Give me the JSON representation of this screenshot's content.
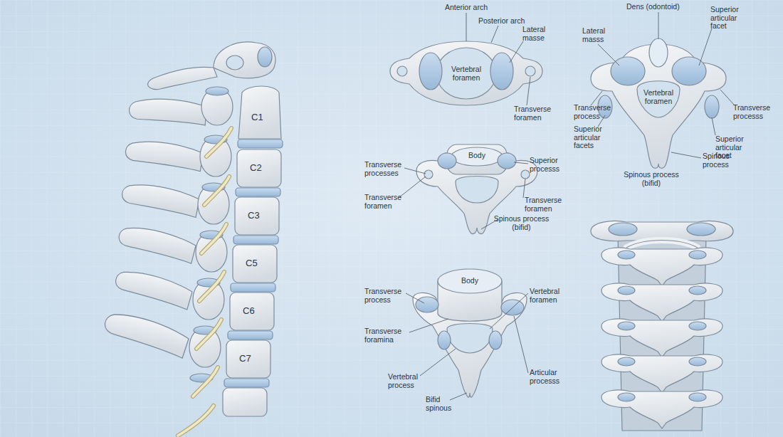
{
  "diagram": {
    "labels": [
      "C1",
      "C2",
      "C3",
      "C5",
      "C6",
      "C7",
      "Anterior arch",
      "Posterior arch",
      "Lateral masse",
      "Vertebral foramen",
      "Transverse foramen",
      "Dens (odontoid)",
      "Lateral masss",
      "Superior articular facet",
      "Vertebral foramen",
      "Transverse process",
      "Transverse processs",
      "Superior articular facets",
      "Superior articular facet",
      "Spinous process",
      "Spinous process (bifid)",
      "Body",
      "Transverse processes",
      "Superior processs",
      "Transverse foramen",
      "Transverse foramen",
      "Spinous process (bifid)",
      "Body",
      "Transverse process",
      "Vertebral foramen",
      "Transverse foramina",
      "Vertebral process",
      "Articular processs",
      "Bifid spinous"
    ]
  }
}
